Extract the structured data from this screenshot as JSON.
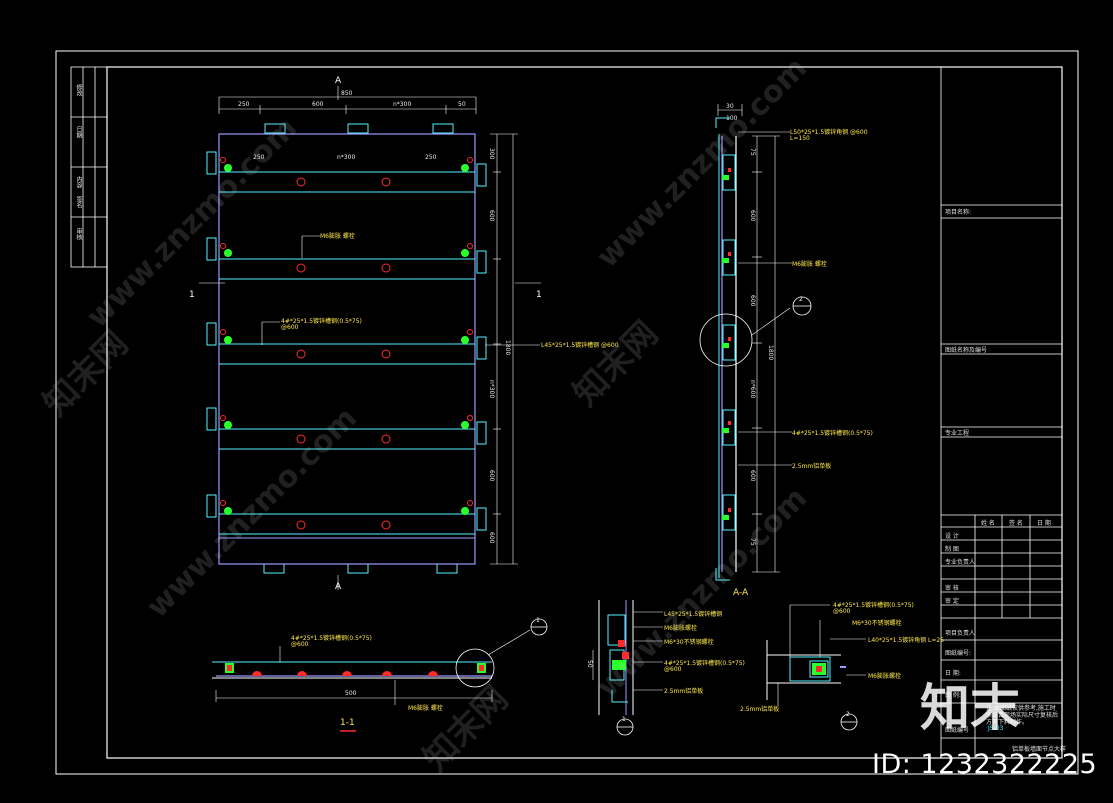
{
  "colors": {
    "background": "#000000",
    "frame": "#ffffff",
    "panel": "#9a9aff",
    "rail": "#4ff4ff",
    "bolt": "#ff2a2a",
    "clip": "#2bff2b",
    "text": "#ffe84a"
  },
  "elevation": {
    "section_mark_top": "A",
    "section_mark_bottom": "A",
    "section_mark_left": "1",
    "section_mark_right": "1",
    "dim_top": [
      "250",
      "600",
      "n*300",
      "50"
    ],
    "dim_top_total": "850",
    "dim_rail": [
      "250",
      "n*300",
      "250"
    ],
    "dim_right": [
      "300",
      "600",
      "n*300",
      "600",
      "600"
    ],
    "dim_right_total": "1800",
    "note_rail": "M6膨胀 螺栓",
    "note_bolt": "4#*25*1.5镀锌槽钢(0.5*75)",
    "note_bolt_sub": "@600",
    "note_right": "L45*25*1.5镀锌槽钢 @600"
  },
  "section_aa": {
    "title": "A-A",
    "top_dims": [
      "30",
      "100"
    ],
    "notes": [
      "L50*25*1.5镀锌角钢 @600",
      "L=150",
      "M6膨胀 螺栓",
      "4#*25*1.5镀锌槽钢(0.5*75)",
      "2.5mm铝单板"
    ],
    "dims": [
      "75",
      "600",
      "600",
      "n*600",
      "600",
      "75"
    ],
    "total": "1800",
    "detail_callout": "2"
  },
  "section_11": {
    "title": "1-1",
    "note": "4#*25*1.5镀锌槽钢(0.5*75)",
    "note_sub": "@600",
    "dim": "500",
    "bottom_note": "M6膨胀 螺栓",
    "callout": "1"
  },
  "detail1": {
    "label": "1",
    "notes": [
      "L45*25*1.5镀锌槽钢",
      "M6膨胀螺栓",
      "M6*30不锈钢螺栓",
      "4#*25*1.5镀锌槽钢(0.5*75)",
      "@600",
      "2.5mm铝单板"
    ],
    "dim": "50"
  },
  "detail2": {
    "label": "2",
    "notes": [
      "4#*25*1.5镀锌槽钢(0.5*75)",
      "@600",
      "M6*30不锈钢螺栓",
      "L40*25*1.5镀锌角钢 L=25",
      "M6膨胀螺栓",
      "2.5mm铝单板"
    ]
  },
  "revision_table": {
    "rows": [
      "修改",
      "日期",
      "内容",
      "签名",
      "审核"
    ]
  },
  "title_block": {
    "label_project": "项目名称:",
    "label_drawing_name": "图纸名称及编号",
    "label_sheet": "专业工程",
    "header": [
      "姓 名",
      "签 名",
      "日 期"
    ],
    "roles": [
      "设 计",
      "制 图",
      "专业负责人",
      "审 核",
      "审 定",
      "项目负责人"
    ],
    "label_no": "图纸编号:",
    "label_date": "日 期:",
    "label_scale": "比 例:",
    "drawing_no": "JS-03",
    "label_sheet_no": "图纸编号",
    "title_note": "铝单板墙面节点大样",
    "remark": "注:本图纸仅供参考,施工时须结合现场实际尺寸复核后方可下料制作。"
  },
  "watermark": {
    "text": "www.znzmo.com",
    "brand": "知末",
    "brand_lines": [
      "知末网"
    ],
    "id_text": "ID: 1232322225"
  }
}
